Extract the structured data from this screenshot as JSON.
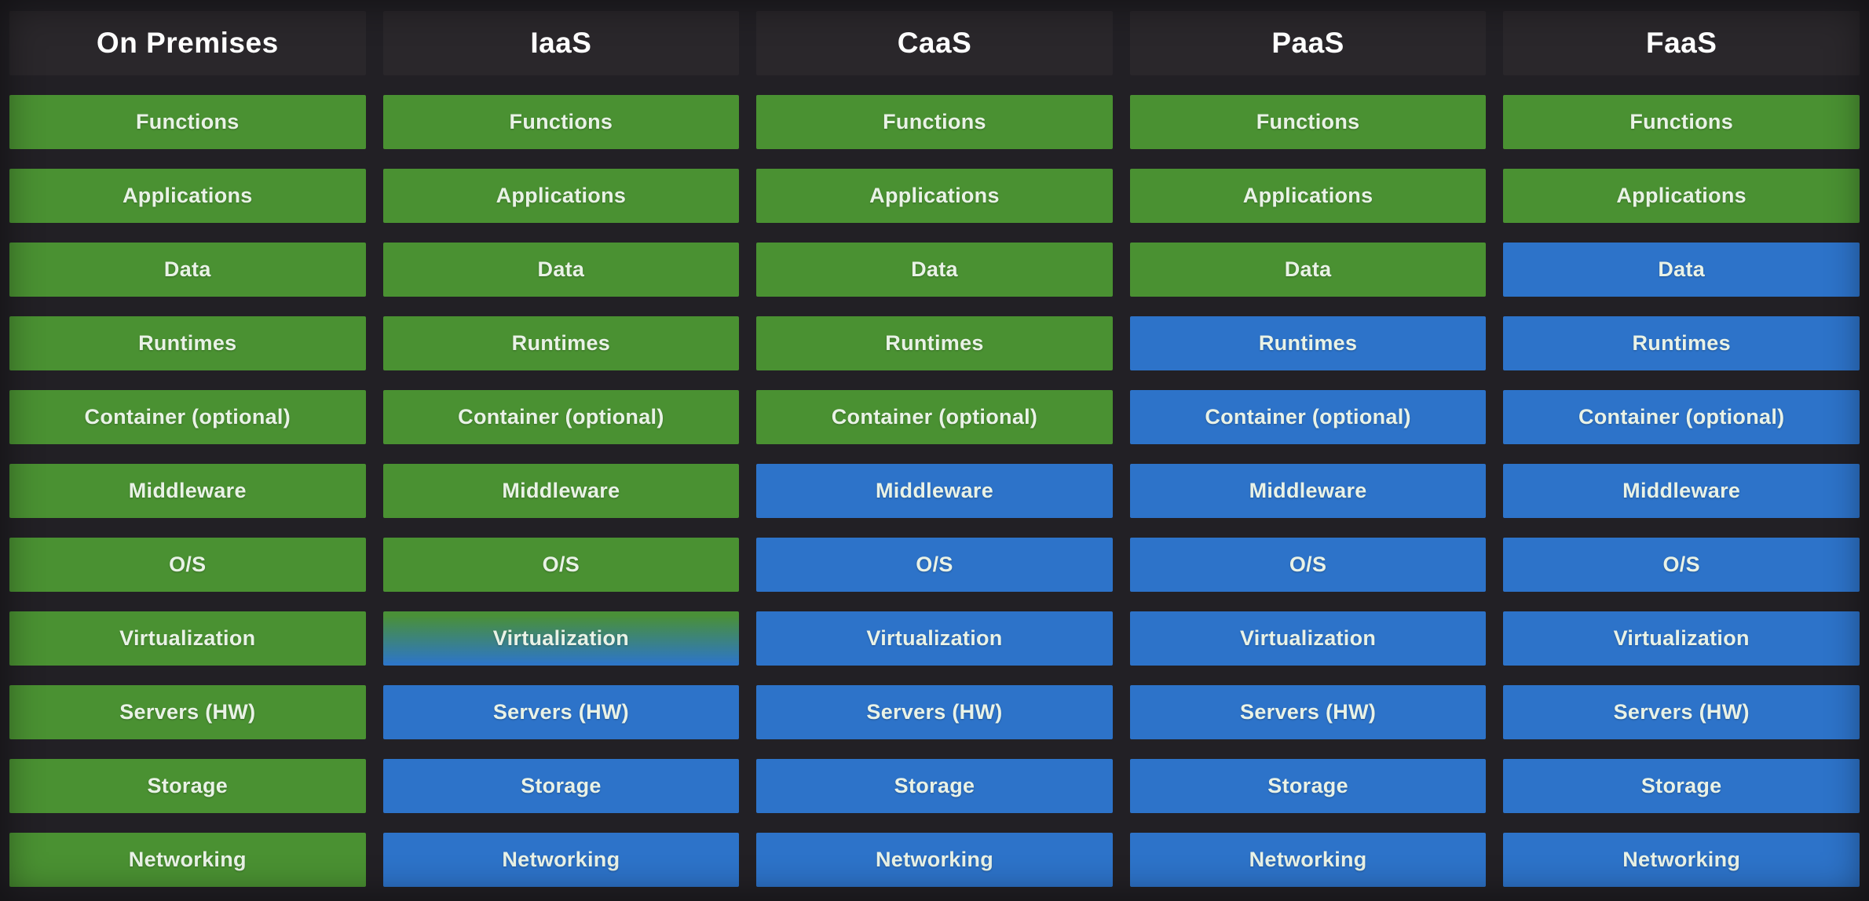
{
  "board": {
    "row_labels": [
      "Functions",
      "Applications",
      "Data",
      "Runtimes",
      "Container (optional)",
      "Middleware",
      "O/S",
      "Virtualization",
      "Servers (HW)",
      "Storage",
      "Networking"
    ],
    "columns": [
      {
        "id": "on-premises",
        "label": "On Premises",
        "cells": [
          "green",
          "green",
          "green",
          "green",
          "green",
          "green",
          "green",
          "green",
          "green",
          "green",
          "green"
        ]
      },
      {
        "id": "iaas",
        "label": "IaaS",
        "cells": [
          "green",
          "green",
          "green",
          "green",
          "green",
          "green",
          "green",
          "gradient",
          "blue",
          "blue",
          "blue"
        ]
      },
      {
        "id": "caas",
        "label": "CaaS",
        "cells": [
          "green",
          "green",
          "green",
          "green",
          "green",
          "blue",
          "blue",
          "blue",
          "blue",
          "blue",
          "blue"
        ]
      },
      {
        "id": "paas",
        "label": "PaaS",
        "cells": [
          "green",
          "green",
          "green",
          "blue",
          "blue",
          "blue",
          "blue",
          "blue",
          "blue",
          "blue",
          "blue"
        ]
      },
      {
        "id": "faas",
        "label": "FaaS",
        "cells": [
          "green",
          "green",
          "blue",
          "blue",
          "blue",
          "blue",
          "blue",
          "blue",
          "blue",
          "blue",
          "blue"
        ]
      }
    ],
    "colors": {
      "managed_green": "#4a9132",
      "provider_blue": "#2d73c9",
      "gradient_top": "#4a9038",
      "gradient_bottom": "#2e76c6",
      "background": "#222025",
      "header_background": "#2a272b",
      "header_text": "#ffffff",
      "cell_text": "#e9f2e6"
    }
  }
}
